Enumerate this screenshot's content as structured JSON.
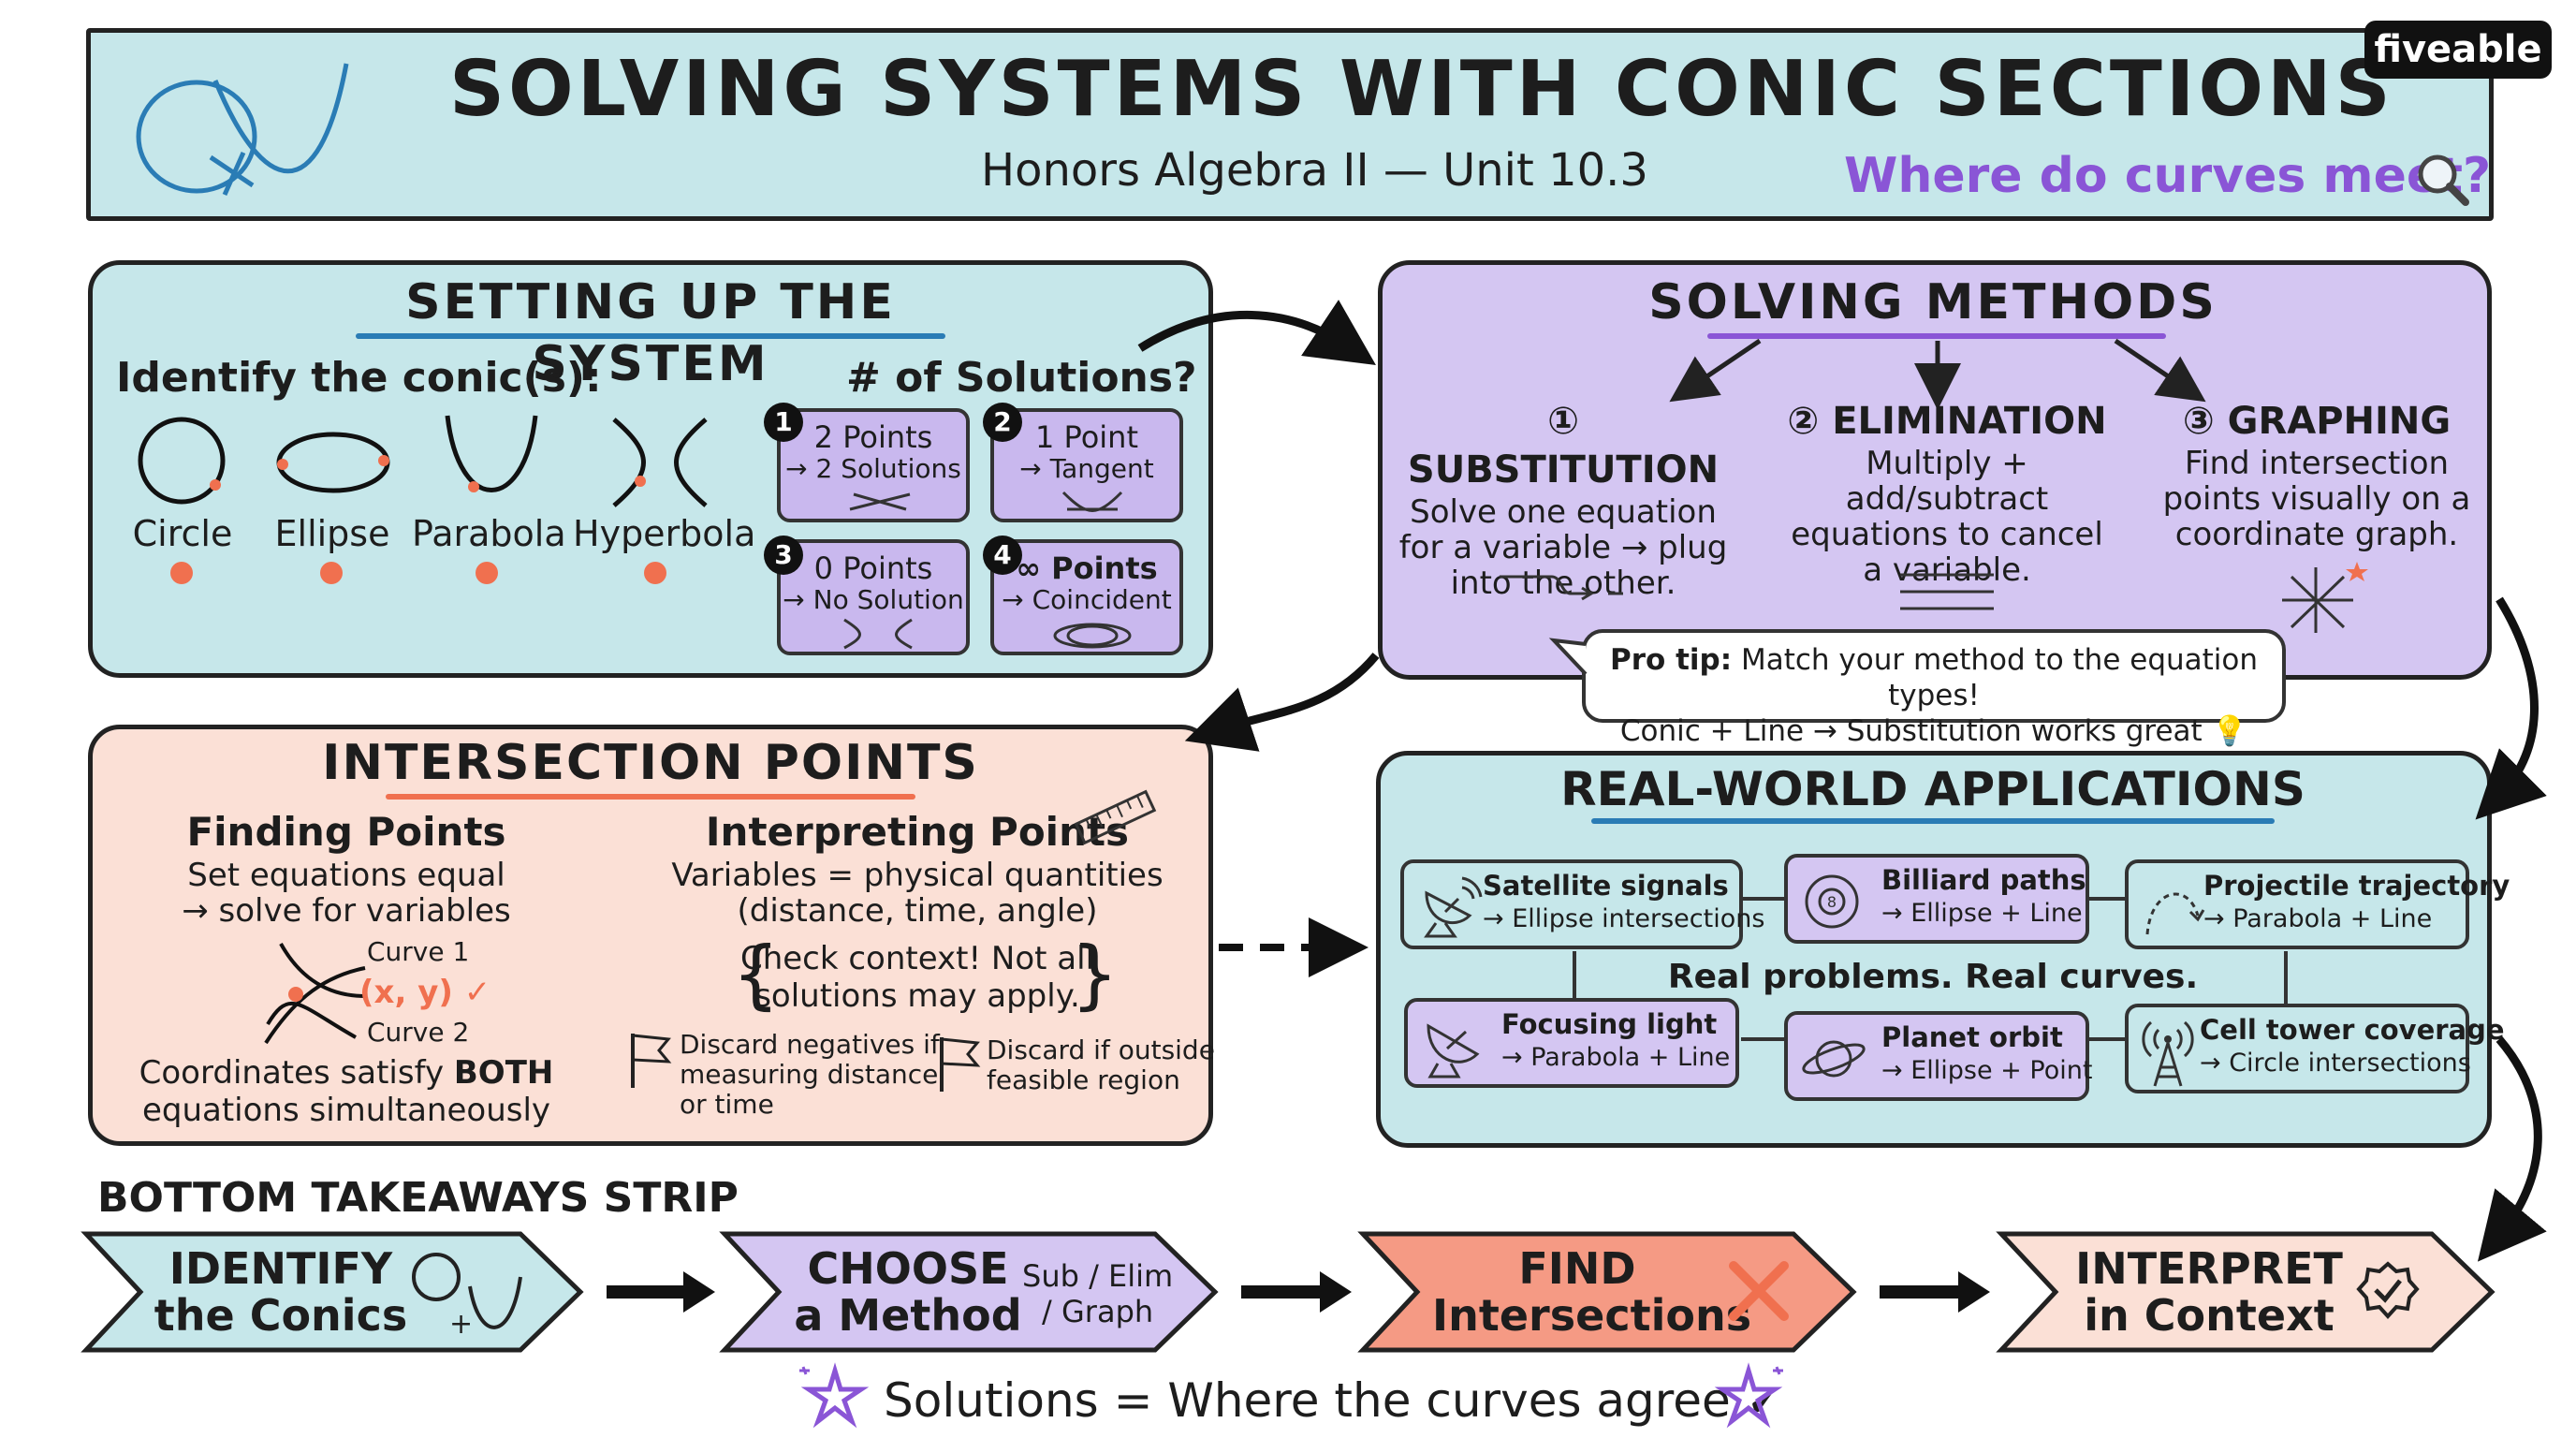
{
  "header": {
    "title": "SOLVING SYSTEMS WITH CONIC SECTIONS",
    "subtitle": "Honors Algebra II — Unit 10.3",
    "question": "Where do curves meet?",
    "brand": "fiveable"
  },
  "setup": {
    "title": "SETTING UP THE SYSTEM",
    "identify_label": "Identify the conic(s):",
    "conics": [
      "Circle",
      "Ellipse",
      "Parabola",
      "Hyperbola"
    ],
    "solutions_label": "# of Solutions?",
    "solutions": [
      {
        "num": "1",
        "line1": "2 Points",
        "line2": "→ 2 Solutions"
      },
      {
        "num": "2",
        "line1": "1 Point",
        "line2": "→ Tangent"
      },
      {
        "num": "3",
        "line1": "0 Points",
        "line2": "→ No Solution"
      },
      {
        "num": "4",
        "line1": "∞ Points",
        "line2": "→ Coincident"
      }
    ]
  },
  "methods": {
    "title": "SOLVING METHODS",
    "items": [
      {
        "title": "① SUBSTITUTION",
        "lines": [
          "Solve one equation",
          "for a variable → plug",
          "into the other."
        ]
      },
      {
        "title": "② ELIMINATION",
        "lines": [
          "Multiply + add/subtract",
          "equations to cancel",
          "a variable."
        ]
      },
      {
        "title": "③ GRAPHING",
        "lines": [
          "Find intersection",
          "points visually on a",
          "coordinate graph."
        ]
      }
    ],
    "tip_bold": "Pro tip:",
    "tip_line1": "Match your method to the equation types!",
    "tip_line2": "Conic + Line → Substitution works great"
  },
  "intersection": {
    "title": "INTERSECTION POINTS",
    "finding_title": "Finding Points",
    "finding_lines": [
      "Set equations equal",
      "→ solve for variables"
    ],
    "curve1": "Curve 1",
    "curve2": "Curve 2",
    "point_label": "(x, y) ✓",
    "satisfy_pre": "Coordinates satisfy ",
    "satisfy_bold": "BOTH",
    "satisfy_line2": "equations simultaneously",
    "interpreting_title": "Interpreting Points",
    "interpreting_lines": [
      "Variables = physical quantities",
      "(distance, time, angle)"
    ],
    "context_lines": [
      "Check context! Not all",
      "solutions may apply."
    ],
    "discard1": [
      "Discard negatives if",
      "measuring distance",
      "or time"
    ],
    "discard2": [
      "Discard if outside",
      "feasible region"
    ]
  },
  "applications": {
    "title": "REAL-WORLD APPLICATIONS",
    "items": [
      {
        "title": "Satellite signals",
        "sub": "→ Ellipse intersections"
      },
      {
        "title": "Billiard paths",
        "sub": "→ Ellipse + Line"
      },
      {
        "title": "Projectile trajectory",
        "sub": "→ Parabola + Line"
      },
      {
        "title": "Focusing light",
        "sub": "→ Parabola + Line"
      },
      {
        "title": "Planet orbit",
        "sub": "→ Ellipse + Point"
      },
      {
        "title": "Cell tower coverage",
        "sub": "→ Circle intersections"
      }
    ],
    "center_text": "Real problems. Real curves."
  },
  "takeaways": {
    "label": "BOTTOM TAKEAWAYS STRIP",
    "steps": [
      {
        "line1": "IDENTIFY",
        "line2": "the Conics"
      },
      {
        "line1": "CHOOSE",
        "line2": "a Method",
        "side1": "Sub / Elim",
        "side2": "/ Graph"
      },
      {
        "line1": "FIND",
        "line2": "Intersections"
      },
      {
        "line1": "INTERPRET",
        "line2": "in Context"
      }
    ],
    "footer": "Solutions = Where the curves agree ✓"
  },
  "colors": {
    "teal": "#c6e7ea",
    "purple": "#d4c6f2",
    "peach": "#fbe0d6",
    "coral": "#f59a84",
    "accent_purple": "#8a55d6",
    "dot": "#f0704f"
  }
}
